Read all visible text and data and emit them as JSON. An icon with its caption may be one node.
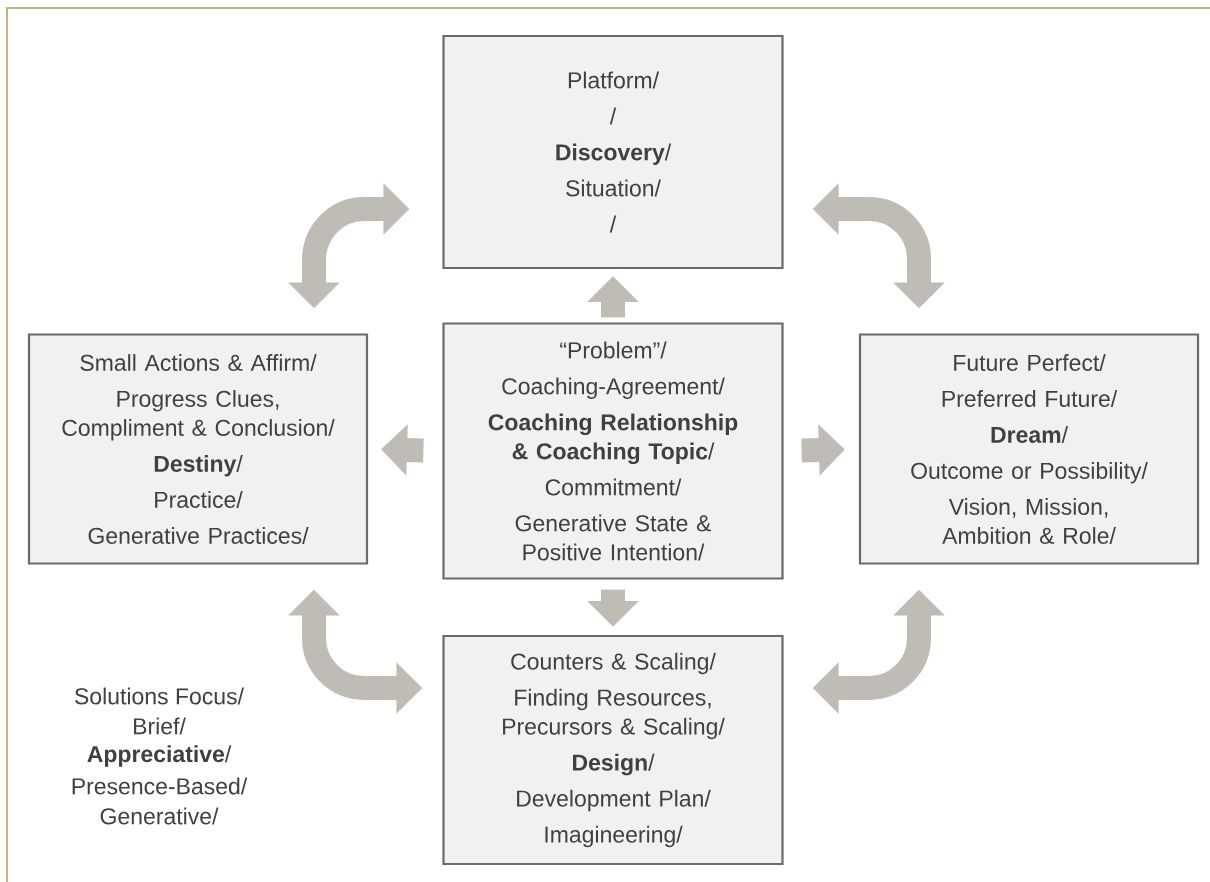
{
  "diagram": {
    "nodes": [
      {
        "text": [
          "Platform/",
          "/",
          "**Discovery**/",
          "Situation/",
          "/"
        ]
      },
      {
        "text": [
          "Small Actions & Affirm/",
          "Progress Clues, Compliment & Conclusion/",
          "**Destiny**/",
          "Practice/",
          "Generative Practices/"
        ]
      },
      {
        "text": [
          "“Problem”/",
          "Coaching-Agreement/",
          "**Coaching Relationship & Coaching Topic**/",
          "Commitment/",
          "Generative State & Positive Intention/"
        ]
      },
      {
        "text": [
          "Future Perfect/",
          "Preferred Future/",
          "**Dream**/",
          "Outcome or Possibility/",
          "Vision, Mission, Ambition & Role/"
        ]
      },
      {
        "text": [
          "Counters & Scaling/",
          "Finding Resources, Precursors & Scaling/",
          "**Design**/",
          "Development Plan/",
          "Imagineering/"
        ]
      }
    ],
    "edges": [
      {
        "from": 2,
        "to": 0,
        "arrow": "to"
      },
      {
        "from": 2,
        "to": 1,
        "arrow": "to"
      },
      {
        "from": 2,
        "to": 3,
        "arrow": "to"
      },
      {
        "from": 2,
        "to": 4,
        "arrow": "to"
      },
      {
        "from": 1,
        "to": 0,
        "arrow": "both"
      },
      {
        "from": 0,
        "to": 3,
        "arrow": "both"
      },
      {
        "from": 1,
        "to": 4,
        "arrow": "both"
      },
      {
        "from": 4,
        "to": 3,
        "arrow": "both"
      }
    ],
    "labels": [
      "Solutions Focus/",
      "Brief/",
      "**Appreciative**/",
      "Presence-Based/",
      "Generative/"
    ]
  }
}
